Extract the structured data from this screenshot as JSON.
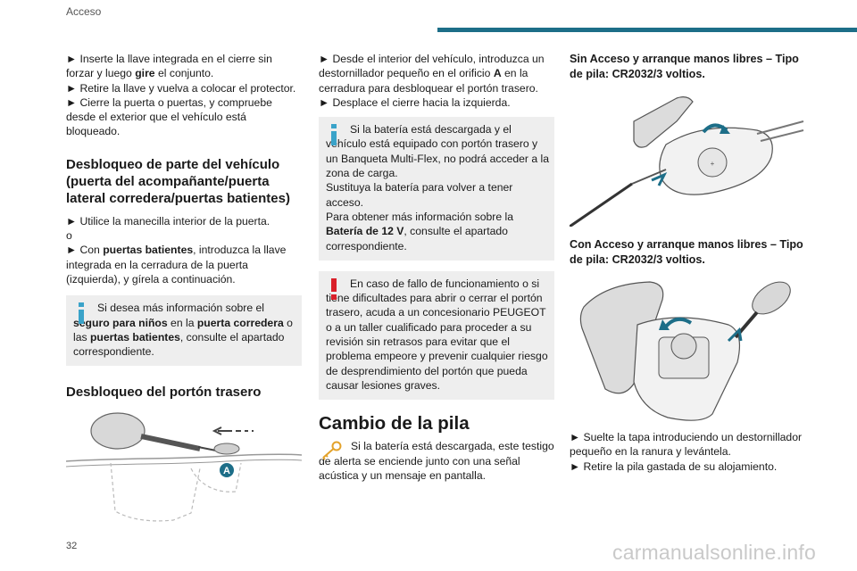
{
  "header": {
    "section": "Acceso"
  },
  "page_number": "32",
  "watermark": "carmanualsonline.info",
  "col1": {
    "steps_a": [
      [
        "► Inserte la llave integrada en el cierre sin forzar y luego ",
        "gire",
        " el conjunto."
      ],
      [
        "► Retire la llave y vuelva a colocar el protector."
      ],
      [
        "► Cierre la puerta o puertas, y compruebe desde el exterior que el vehículo está bloqueado."
      ]
    ],
    "heading1": "Desbloqueo de parte del vehículo (puerta del acompañante/puerta lateral corredera/puertas batientes)",
    "step_b1": "► Utilice la manecilla interior de la puerta.",
    "step_b_or": "o",
    "step_b2_pre": "► Con ",
    "step_b2_bold": "puertas batientes",
    "step_b2_post": ", introduzca la llave integrada en la cerradura de la puerta (izquierda), y gírela a continuación.",
    "info_parts": [
      "Si desea más información sobre el ",
      "seguro para niños",
      " en la ",
      "puerta corredera",
      " o las ",
      "puertas batientes",
      ", consulte el apartado correspondiente."
    ],
    "heading2": "Desbloqueo del portón trasero",
    "label_A": "A"
  },
  "col2": {
    "step1_pre": "► Desde el interior del vehículo, introduzca un destornillador pequeño en el orificio ",
    "step1_bold": "A",
    "step1_post": " en la cerradura para desbloquear el portón trasero.",
    "step2": "► Desplace el cierre hacia la izquierda.",
    "info1": "Si la batería está descargada y el vehículo está equipado con portón trasero y un Banqueta Multi-Flex, no podrá acceder a la zona de carga.",
    "info2": "Sustituya la batería para volver a tener acceso.",
    "info3_pre": "Para obtener más información sobre la ",
    "info3_bold": "Batería de 12 V",
    "info3_post": ", consulte el apartado correspondiente.",
    "warning": "En caso de fallo de funcionamiento o si tiene dificultades para abrir o cerrar el portón trasero, acuda a un concesionario PEUGEOT o a un taller cualificado para proceder a su revisión sin retrasos para evitar que el problema empeore y prevenir cualquier riesgo de desprendimiento del portón que pueda causar lesiones graves.",
    "heading_big": "Cambio de la pila",
    "battery_text": "Si la batería está descargada, este testigo de alerta se enciende junto con una señal acústica y un mensaje en pantalla."
  },
  "col3": {
    "heading1": "Sin Acceso y arranque manos libres – Tipo de pila: CR2032/3 voltios.",
    "heading2": "Con Acceso y arranque manos libres – Tipo de pila: CR2032/3 voltios.",
    "step1": "► Suelte la tapa introduciendo un destornillador pequeño en la ranura y levántela.",
    "step2": "► Retire la pila gastada de su alojamiento."
  },
  "colors": {
    "accent": "#1d6e88",
    "info_icon": "#3aa3c9",
    "warning_icon": "#d9202a",
    "battery_icon": "#e3a22a",
    "box_bg": "#eeeeee"
  }
}
